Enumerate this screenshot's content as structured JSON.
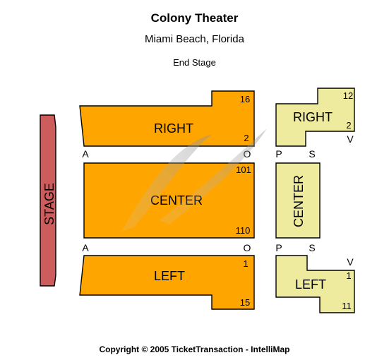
{
  "header": {
    "venue": "Colony Theater",
    "location": "Miami Beach, Florida",
    "configuration": "End Stage"
  },
  "stage": {
    "label": "STAGE"
  },
  "sections": {
    "orchestra_right": {
      "label": "RIGHT",
      "seat_top": "16",
      "seat_bottom": "2"
    },
    "orchestra_center": {
      "label": "CENTER",
      "seat_top": "101",
      "seat_bottom": "110"
    },
    "orchestra_left": {
      "label": "LEFT",
      "seat_top": "1",
      "seat_bottom": "15"
    },
    "rear_right": {
      "label": "RIGHT",
      "seat_top": "12",
      "seat_bottom": "2",
      "row_side": "V"
    },
    "rear_center": {
      "label": "CENTER"
    },
    "rear_left": {
      "label": "LEFT",
      "row_side": "V",
      "seat_top": "1",
      "seat_bottom": "11"
    }
  },
  "row_markers": {
    "upper": {
      "front": "A",
      "back": "O",
      "rear_front": "P",
      "rear_back": "S"
    },
    "lower": {
      "front": "A",
      "back": "O",
      "rear_front": "P",
      "rear_back": "S"
    }
  },
  "colors": {
    "orchestra": "#FFA500",
    "rear": "#EEEA9E",
    "stage": "#CD5C5C"
  },
  "footer": {
    "copyright": "Copyright © 2005 TicketTransaction - IntelliMap"
  }
}
